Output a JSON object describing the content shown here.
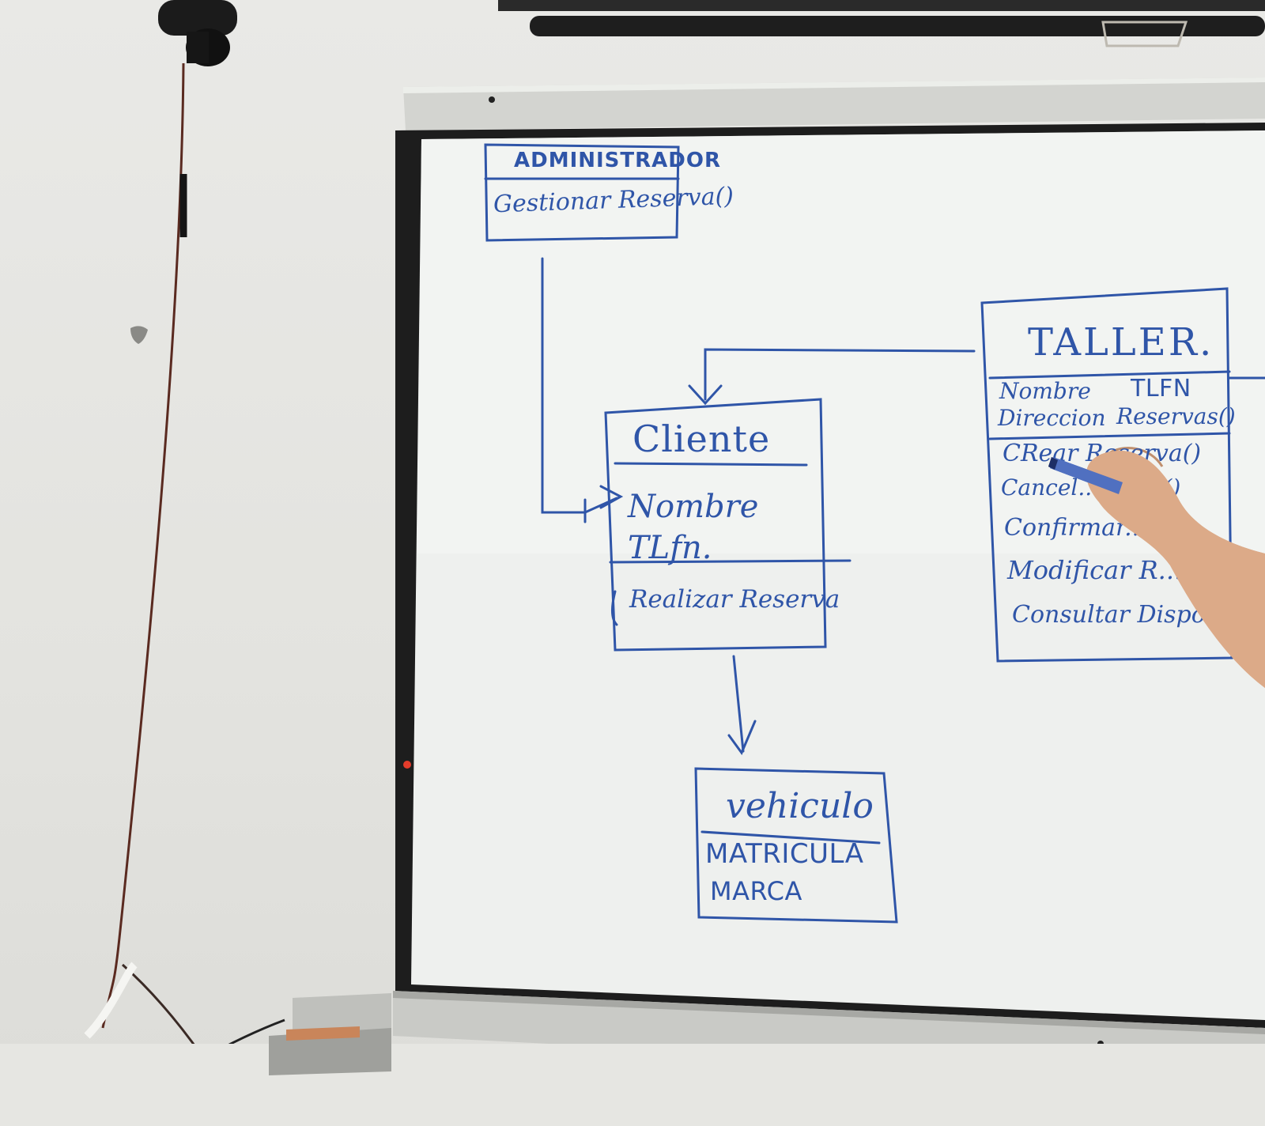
{
  "colors": {
    "wall": "#e6e6e2",
    "board_surface": "#f2f3f1",
    "board_frame": "#1d1d1d",
    "rail": "#c9cac6",
    "ink": "#2f55a8",
    "skin": "#e2b08e"
  },
  "icons": [
    "marker-icon",
    "camera-icon",
    "eraser-tray-icon",
    "wall-cable-icon"
  ],
  "diagram": {
    "administrador": {
      "title": "ADMINISTRADOR",
      "methods": [
        "Gestionar Reserva()"
      ]
    },
    "cliente": {
      "title": "Cliente",
      "attributes": [
        "Nombre",
        "TLfn."
      ],
      "methods": [
        "Realizar Reserva"
      ]
    },
    "vehiculo": {
      "title": "vehiculo",
      "attributes": [
        "MATRICULA",
        "MARCA"
      ]
    },
    "taller": {
      "title": "TALLER.",
      "attributes_row1": [
        "Nombre",
        "TLFN"
      ],
      "attributes_row2": [
        "Direccion",
        "Reservas()"
      ],
      "methods": [
        "CRear Reserva()",
        "Cancel... ...ver()",
        "Confirmar...",
        "Modificar R... ()",
        "Consultar Dispon..."
      ]
    }
  }
}
